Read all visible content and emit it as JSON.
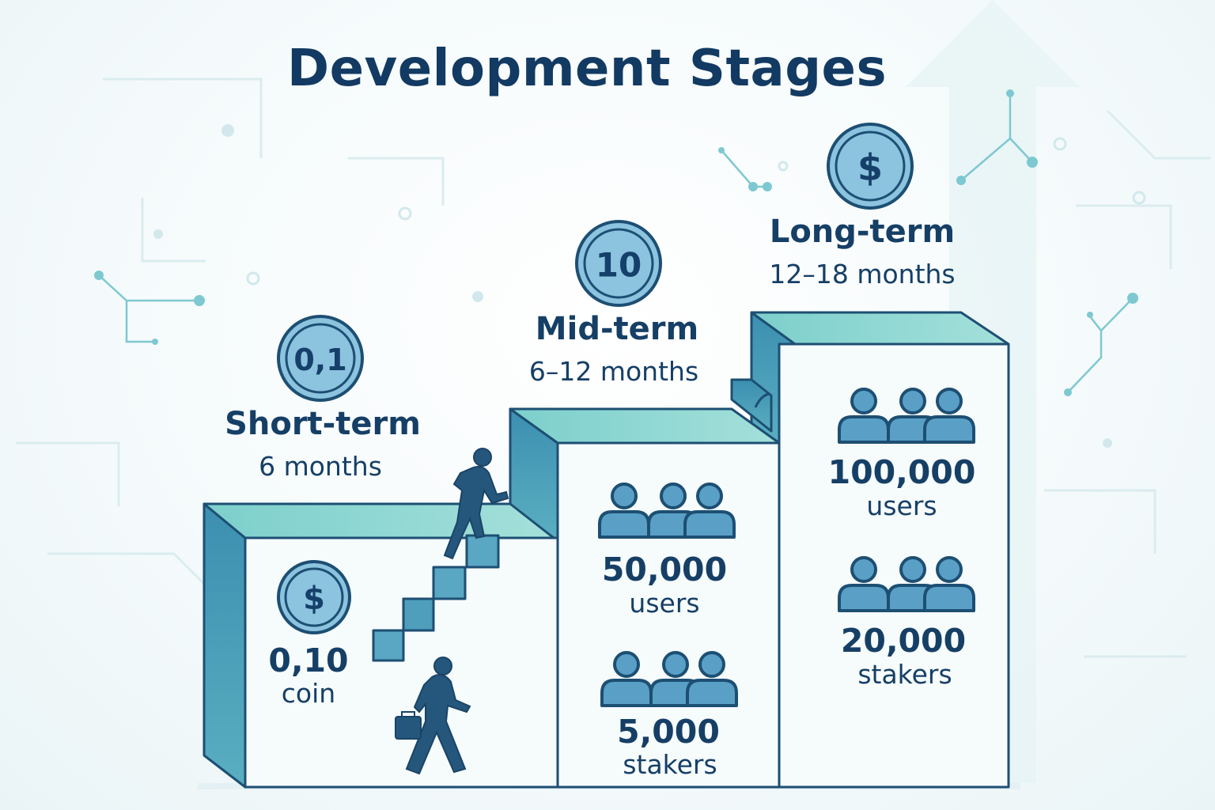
{
  "title": "Development Stages",
  "colors": {
    "navy": "#163f66",
    "teal_light": "#8fd6d2",
    "teal_mid": "#4e9ebc",
    "teal_dark": "#2f7d9e",
    "coin_fill": "#8cc3df",
    "box_face": "#f6fbfc"
  },
  "stages": [
    {
      "name": "Short-term",
      "duration": "6 months",
      "badge": "0,1",
      "metrics": [
        {
          "icon": "dollar-coin-icon",
          "value": "0,10",
          "unit": "coin"
        }
      ]
    },
    {
      "name": "Mid-term",
      "duration": "6–12 months",
      "badge": "10",
      "metrics": [
        {
          "icon": "users-group-icon",
          "value": "50,000",
          "unit": "users"
        },
        {
          "icon": "users-group-icon",
          "value": "5,000",
          "unit": "stakers"
        }
      ]
    },
    {
      "name": "Long-term",
      "duration": "12–18 months",
      "badge": "$",
      "metrics": [
        {
          "icon": "users-group-icon",
          "value": "100,000",
          "unit": "users"
        },
        {
          "icon": "users-group-icon",
          "value": "20,000",
          "unit": "stakers"
        }
      ]
    }
  ],
  "small_coin_symbol": "$"
}
